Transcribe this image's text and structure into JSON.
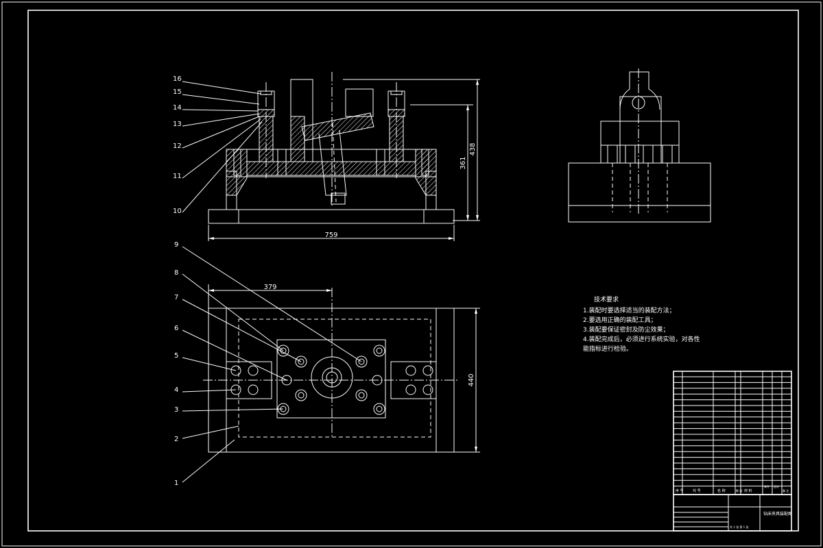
{
  "views": {
    "front": {
      "dim_width": "759",
      "dim_height_inner": "361",
      "dim_height_outer": "438",
      "balloons": [
        "16",
        "15",
        "14",
        "13",
        "12",
        "11",
        "10"
      ]
    },
    "top": {
      "dim_half_width": "379",
      "dim_depth": "440",
      "balloons": [
        "9",
        "8",
        "7",
        "6",
        "5",
        "4",
        "3",
        "2",
        "1"
      ]
    }
  },
  "tech_requirements": {
    "title": "技术要求",
    "items": [
      "1.装配时要选择适当的装配方法；",
      "2.要选用正确的装配工具；",
      "3.装配要保证密封及防尘效果；",
      "4.装配完成后，必须进行系统实验，对各性",
      "能指标进行检验。"
    ]
  },
  "title_block": {
    "drawing_name": "钻床夹具装配图",
    "bom_header": [
      "序 号",
      "代 号",
      "名 称",
      "数 量",
      "材 料",
      "单件",
      "总计",
      "备 注"
    ],
    "sheet_info": "共 1 张  第 1 张"
  }
}
